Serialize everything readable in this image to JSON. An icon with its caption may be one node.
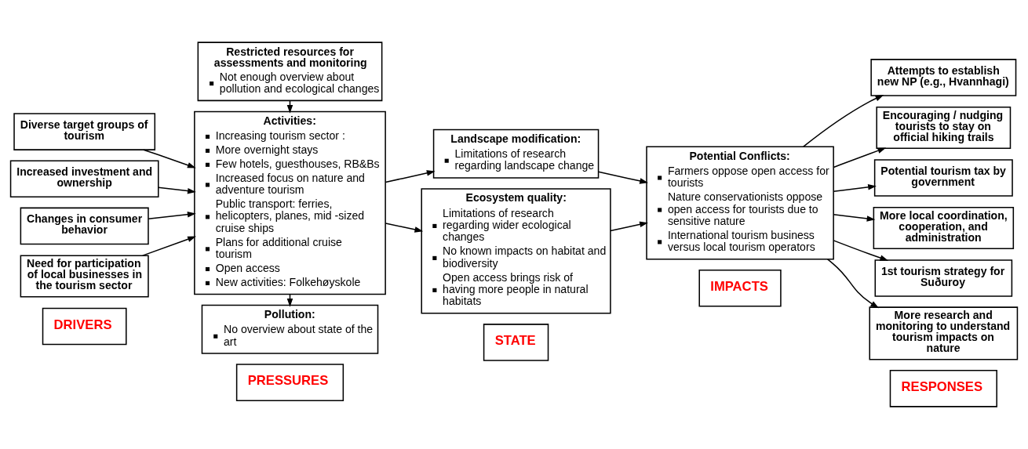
{
  "diagram": {
    "nodes": [
      {
        "text": [
          "DRIVERS"
        ]
      },
      {
        "text": [
          "PRESSURES"
        ]
      },
      {
        "text": [
          "STATE"
        ]
      },
      {
        "text": [
          "IMPACTS"
        ]
      },
      {
        "text": [
          "RESPONSES"
        ]
      },
      {
        "text": [
          "Diverse target groups of tourism"
        ]
      },
      {
        "text": [
          "Increased investment and ownership"
        ]
      },
      {
        "text": [
          "Changes in consumer behavior"
        ]
      },
      {
        "text": [
          "Need for participation of local businesses in the tourism sector"
        ]
      },
      {
        "text": [
          "Activities:",
          "Increasing tourism sector :",
          "More overnight stays",
          "Few hotels, guesthouses, RB&Bs",
          "Increased focus on nature and adventure tourism",
          "Public transport: ferries, helicopters, planes, mid -sized cruise ships",
          "Plans for additional cruise tourism",
          "Open access",
          "New activities: Folkehøyskole"
        ]
      },
      {
        "text": [
          "Pollution:",
          "No overview about state of the art"
        ]
      },
      {
        "text": [
          "Restricted resources for assessments and monitoring",
          "Not enough overview about pollution and ecological changes"
        ]
      },
      {
        "text": [
          "Landscape modification:",
          "Limitations of research regarding landscape change"
        ]
      },
      {
        "text": [
          "Ecosystem quality:",
          "Limitations of research regarding wider ecological changes",
          "No known impacts on habitat and biodiversity",
          "Open access brings risk of having more people in natural habitats"
        ]
      },
      {
        "text": [
          "Potential Conflicts:",
          "Farmers oppose open access for tourists",
          "Nature conservationists oppose open access for tourists due to sensitive nature",
          "International tourism business versus local tourism operators"
        ]
      },
      {
        "text": [
          "Attempts to establish new NP (e.g., Hvannhagi)"
        ]
      },
      {
        "text": [
          "Encouraging / nudging tourists to stay on official hiking trails"
        ]
      },
      {
        "text": [
          "Potential tourism tax by government"
        ]
      },
      {
        "text": [
          "More local coordination, cooperation, and administration"
        ]
      },
      {
        "text": [
          "1st tourism strategy for Suðuroy"
        ]
      },
      {
        "text": [
          "More research and monitoring to understand tourism impacts on nature"
        ]
      }
    ],
    "edges": [
      {
        "from": 5,
        "to": 9,
        "arrow": "to"
      },
      {
        "from": 6,
        "to": 9,
        "arrow": "to"
      },
      {
        "from": 7,
        "to": 9,
        "arrow": "to"
      },
      {
        "from": 8,
        "to": 9,
        "arrow": "to"
      },
      {
        "from": 9,
        "to": 10,
        "arrow": "to"
      },
      {
        "from": 11,
        "to": 9,
        "arrow": "to"
      },
      {
        "from": 9,
        "to": 12,
        "arrow": "to"
      },
      {
        "from": 9,
        "to": 13,
        "arrow": "to"
      },
      {
        "from": 12,
        "to": 14,
        "arrow": "to"
      },
      {
        "from": 13,
        "to": 14,
        "arrow": "to"
      },
      {
        "from": 14,
        "to": 15,
        "arrow": "to"
      },
      {
        "from": 14,
        "to": 16,
        "arrow": "to"
      },
      {
        "from": 14,
        "to": 17,
        "arrow": "to"
      },
      {
        "from": 14,
        "to": 18,
        "arrow": "to"
      },
      {
        "from": 14,
        "to": 19,
        "arrow": "to"
      },
      {
        "from": 14,
        "to": 20,
        "arrow": "to"
      }
    ]
  }
}
